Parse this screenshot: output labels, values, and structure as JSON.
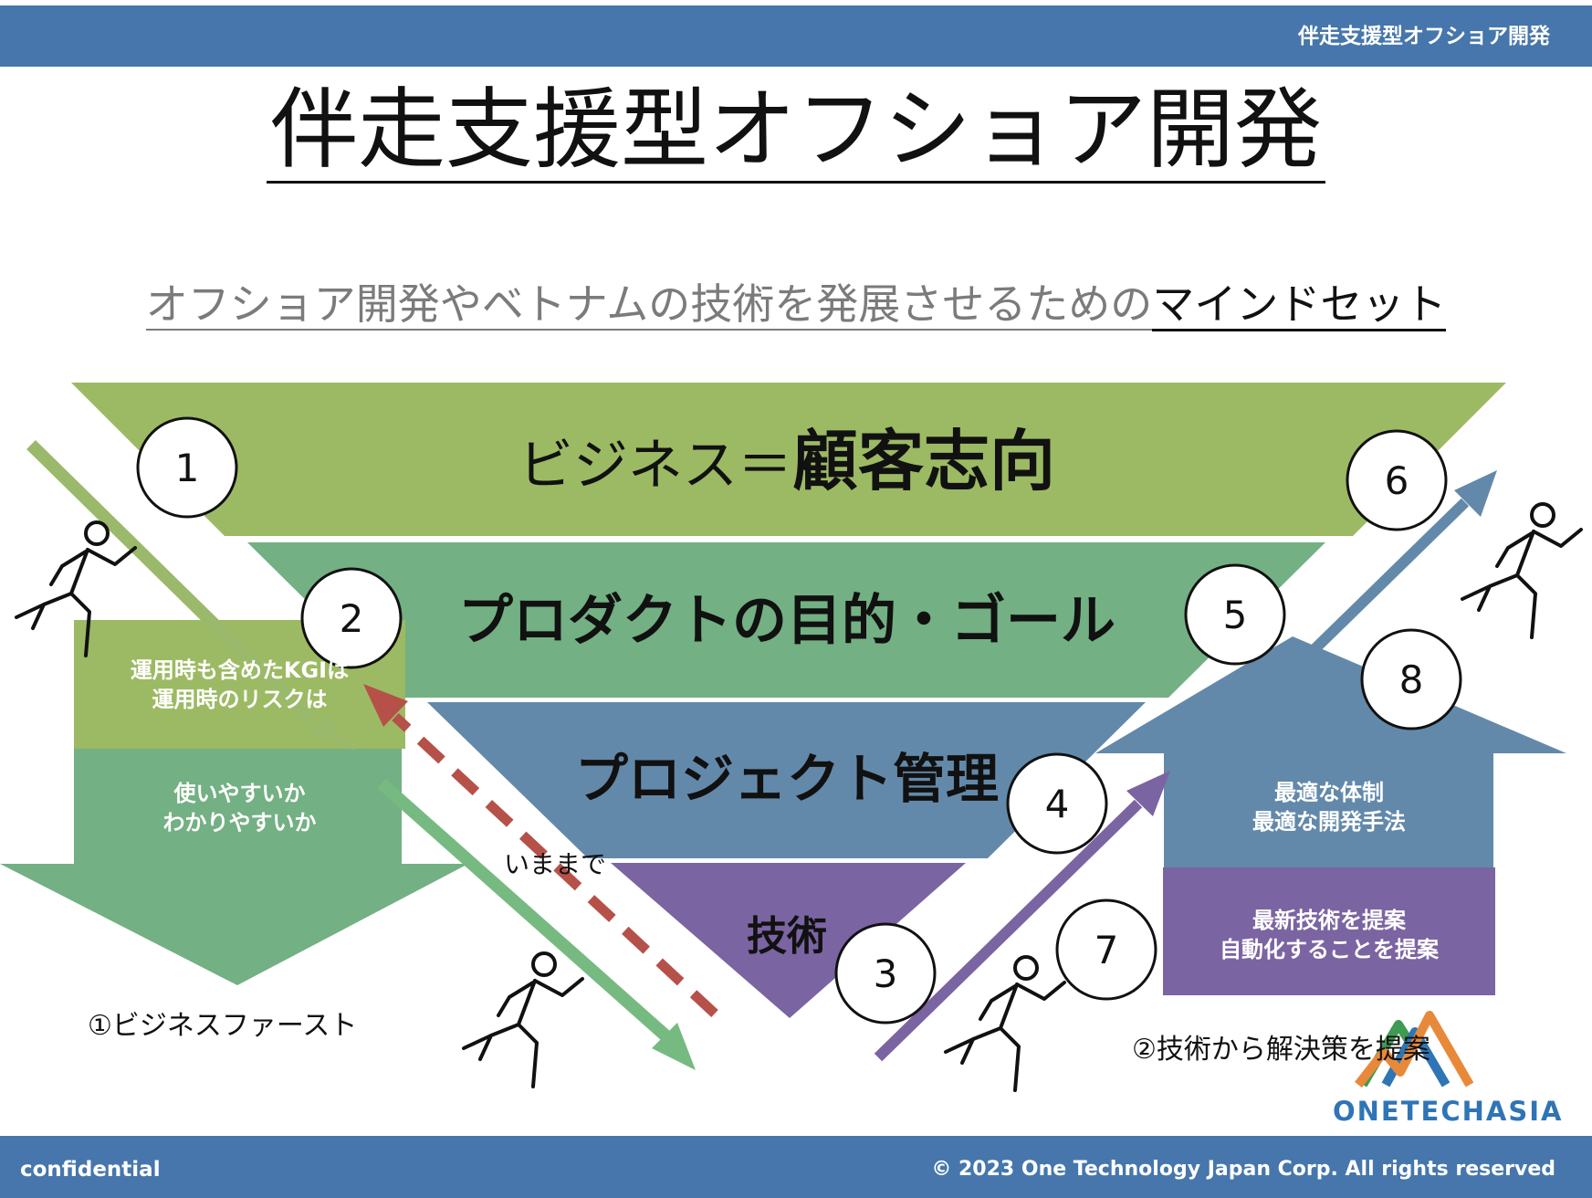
{
  "header": {
    "label": "伴走支援型オフショア開発"
  },
  "title": "伴走支援型オフショア開発",
  "subtitle": {
    "gray_part": "オフショア開発やベトナムの技術を発展させるための",
    "dark_part": "マインドセット"
  },
  "funnel": {
    "layer1_prefix": "ビジネス＝",
    "layer1_emphasis": "顧客志向",
    "layer2": "プロダクトの目的・ゴール",
    "layer3": "プロジェクト管理",
    "layer4": "技術"
  },
  "steps": [
    "1",
    "2",
    "3",
    "4",
    "5",
    "6",
    "7",
    "8"
  ],
  "left_boxes": {
    "top": [
      "運用時も含めたKGIは",
      "運用時のリスクは"
    ],
    "bottom": [
      "使いやすいか",
      "わかりやすいか"
    ]
  },
  "right_boxes": {
    "top": [
      "最適な体制",
      "最適な開発手法"
    ],
    "bottom": [
      "最新技術を提案",
      "自動化することを提案"
    ]
  },
  "labels": {
    "until_now": "いままで",
    "business_first": "①ビジネスファースト",
    "tech_solution": "②技術から解決策を提案"
  },
  "logo": {
    "text": "ONETECHASIA"
  },
  "footer": {
    "left": "confidential",
    "right": "© 2023 One Technology Japan Corp. All rights reserved"
  },
  "colors": {
    "header_blue": "#4676ab",
    "green_light": "#9cba63",
    "green_mid": "#73b083",
    "blue_gray": "#6389aa",
    "purple": "#7b64a2",
    "red_dash": "#b65149",
    "arrow_green": "#76ba81",
    "arrow_olive": "#9ab96a"
  }
}
